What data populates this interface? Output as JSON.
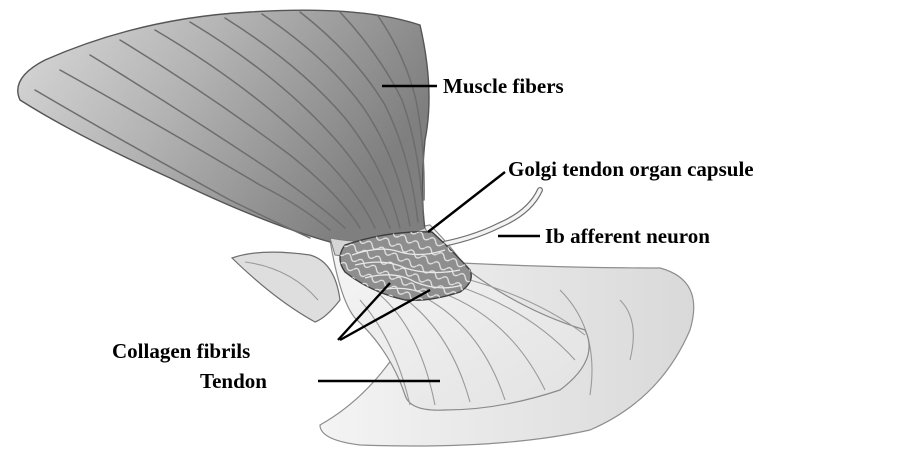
{
  "labels": {
    "muscle_fibers": "Muscle fibers",
    "golgi_capsule": "Golgi tendon organ capsule",
    "ib_afferent": "Ib afferent neuron",
    "collagen_fibrils": "Collagen fibrils",
    "tendon": "Tendon"
  },
  "colors": {
    "muscle_light": "#dcdcdc",
    "muscle_dark": "#858585",
    "tendon": "#f1f1f1",
    "capsule": "#8c8c8c",
    "ink": "#000000"
  }
}
